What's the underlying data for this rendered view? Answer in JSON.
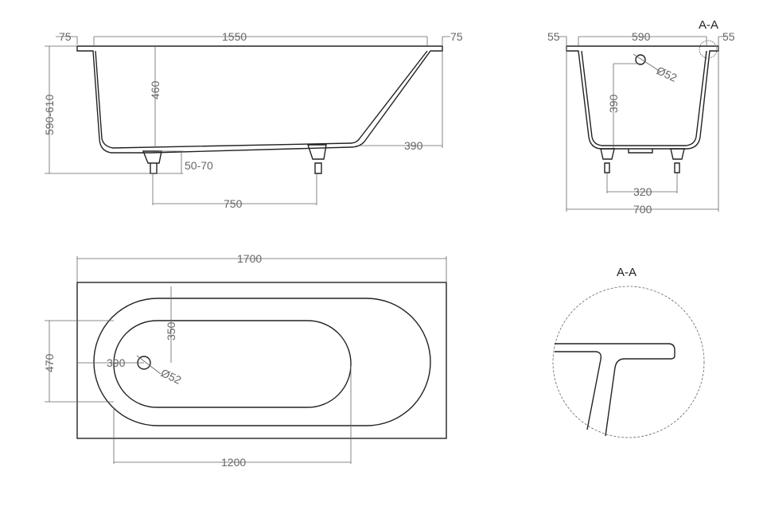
{
  "side_view": {
    "rim_left": "75",
    "inner_length": "1550",
    "rim_right": "75",
    "total_height": "590-610",
    "depth": "460",
    "leg_adjust": "50-70",
    "slope_base": "390",
    "leg_spacing": "750"
  },
  "end_view": {
    "rim_left": "55",
    "inner_width": "590",
    "rim_right": "55",
    "section_marker": "A-A",
    "overflow_height": "390",
    "overflow_diameter": "Ø52",
    "leg_spacing": "320",
    "total_width": "700"
  },
  "top_view": {
    "total_length": "1700",
    "total_width": "470",
    "drain_offset_x": "390",
    "drain_offset_y": "350",
    "drain_diameter": "Ø52",
    "bottom_length": "1200"
  },
  "detail": {
    "title": "A-A"
  }
}
